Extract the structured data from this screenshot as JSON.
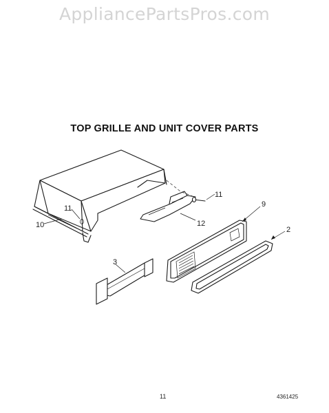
{
  "watermark": "AppliancePartsPros.com",
  "title": "TOP GRILLE AND UNIT COVER PARTS",
  "callouts": {
    "c11_top": "11",
    "c12": "12",
    "c11_left": "11",
    "c10": "10",
    "c9": "9",
    "c2": "2",
    "c3": "3"
  },
  "footer": {
    "page_number": "11",
    "part_number": "4361425"
  }
}
